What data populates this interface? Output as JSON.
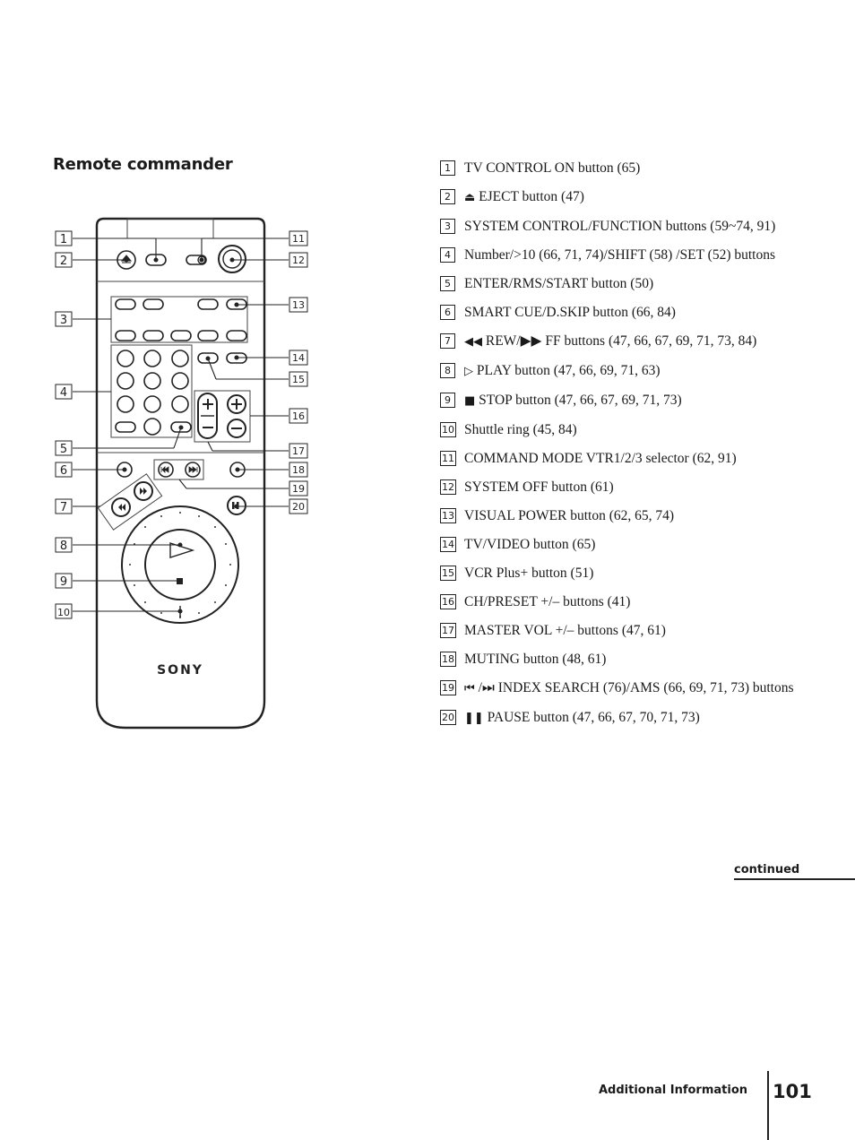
{
  "heading": "Remote commander",
  "brand": "SONY",
  "callout_numbers": [
    "1",
    "2",
    "3",
    "4",
    "5",
    "6",
    "7",
    "8",
    "9",
    "10",
    "11",
    "12",
    "13",
    "14",
    "15",
    "16",
    "17",
    "18",
    "19",
    "20"
  ],
  "items": [
    {
      "num": "1",
      "symbol": "",
      "text": "TV CONTROL ON button (65)"
    },
    {
      "num": "2",
      "symbol": "⏏",
      "text": "EJECT button (47)"
    },
    {
      "num": "3",
      "symbol": "",
      "text": "SYSTEM CONTROL/FUNCTION buttons (59~74, 91)"
    },
    {
      "num": "4",
      "symbol": "",
      "text": "Number/>10 (66, 71, 74)/SHIFT (58) /SET (52) buttons"
    },
    {
      "num": "5",
      "symbol": "",
      "text": "ENTER/RMS/START button (50)"
    },
    {
      "num": "6",
      "symbol": "",
      "text": "SMART CUE/D.SKIP button (66, 84)"
    },
    {
      "num": "7",
      "symbol": "◀◀",
      "text": "REW/▶▶ FF buttons (47, 66, 67, 69, 71, 73, 84)"
    },
    {
      "num": "8",
      "symbol": "▷",
      "text": "PLAY button (47, 66, 69, 71, 63)"
    },
    {
      "num": "9",
      "symbol": "■",
      "text": "STOP button (47, 66, 67, 69, 71, 73)"
    },
    {
      "num": "10",
      "symbol": "",
      "text": "Shuttle ring (45, 84)"
    },
    {
      "num": "11",
      "symbol": "",
      "text": "COMMAND MODE VTR1/2/3 selector (62, 91)"
    },
    {
      "num": "12",
      "symbol": "",
      "text": "SYSTEM OFF button (61)"
    },
    {
      "num": "13",
      "symbol": "",
      "text": "VISUAL POWER button (62, 65, 74)"
    },
    {
      "num": "14",
      "symbol": "",
      "text": "TV/VIDEO button (65)"
    },
    {
      "num": "15",
      "symbol": "",
      "text": "VCR Plus+ button (51)"
    },
    {
      "num": "16",
      "symbol": "",
      "text": "CH/PRESET +/– buttons (41)"
    },
    {
      "num": "17",
      "symbol": "",
      "text": "MASTER VOL +/– buttons (47, 61)"
    },
    {
      "num": "18",
      "symbol": "",
      "text": "MUTING button (48, 61)"
    },
    {
      "num": "19",
      "symbol": "⏮",
      "text": "/⏭ INDEX SEARCH (76)/AMS (66, 69, 71, 73) buttons"
    },
    {
      "num": "20",
      "symbol": "❚❚",
      "text": "PAUSE button (47, 66, 67, 70, 71, 73)"
    }
  ],
  "continued": "continued",
  "footer_section": "Additional Information",
  "page_number": "101"
}
